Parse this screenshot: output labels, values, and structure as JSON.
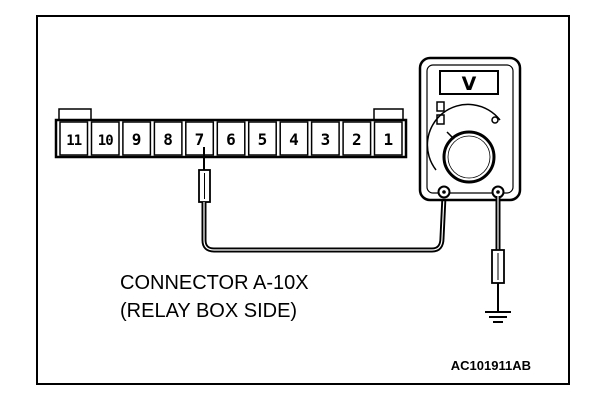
{
  "diagram": {
    "connector_pins": [
      "11",
      "10",
      "9",
      "8",
      "7",
      "6",
      "5",
      "4",
      "3",
      "2",
      "1"
    ],
    "probed_pin": "7",
    "meter_symbol": "V",
    "caption_line1": "CONNECTOR A-10X",
    "caption_line2": "(RELAY BOX SIDE)",
    "figure_code": "AC101911AB"
  }
}
